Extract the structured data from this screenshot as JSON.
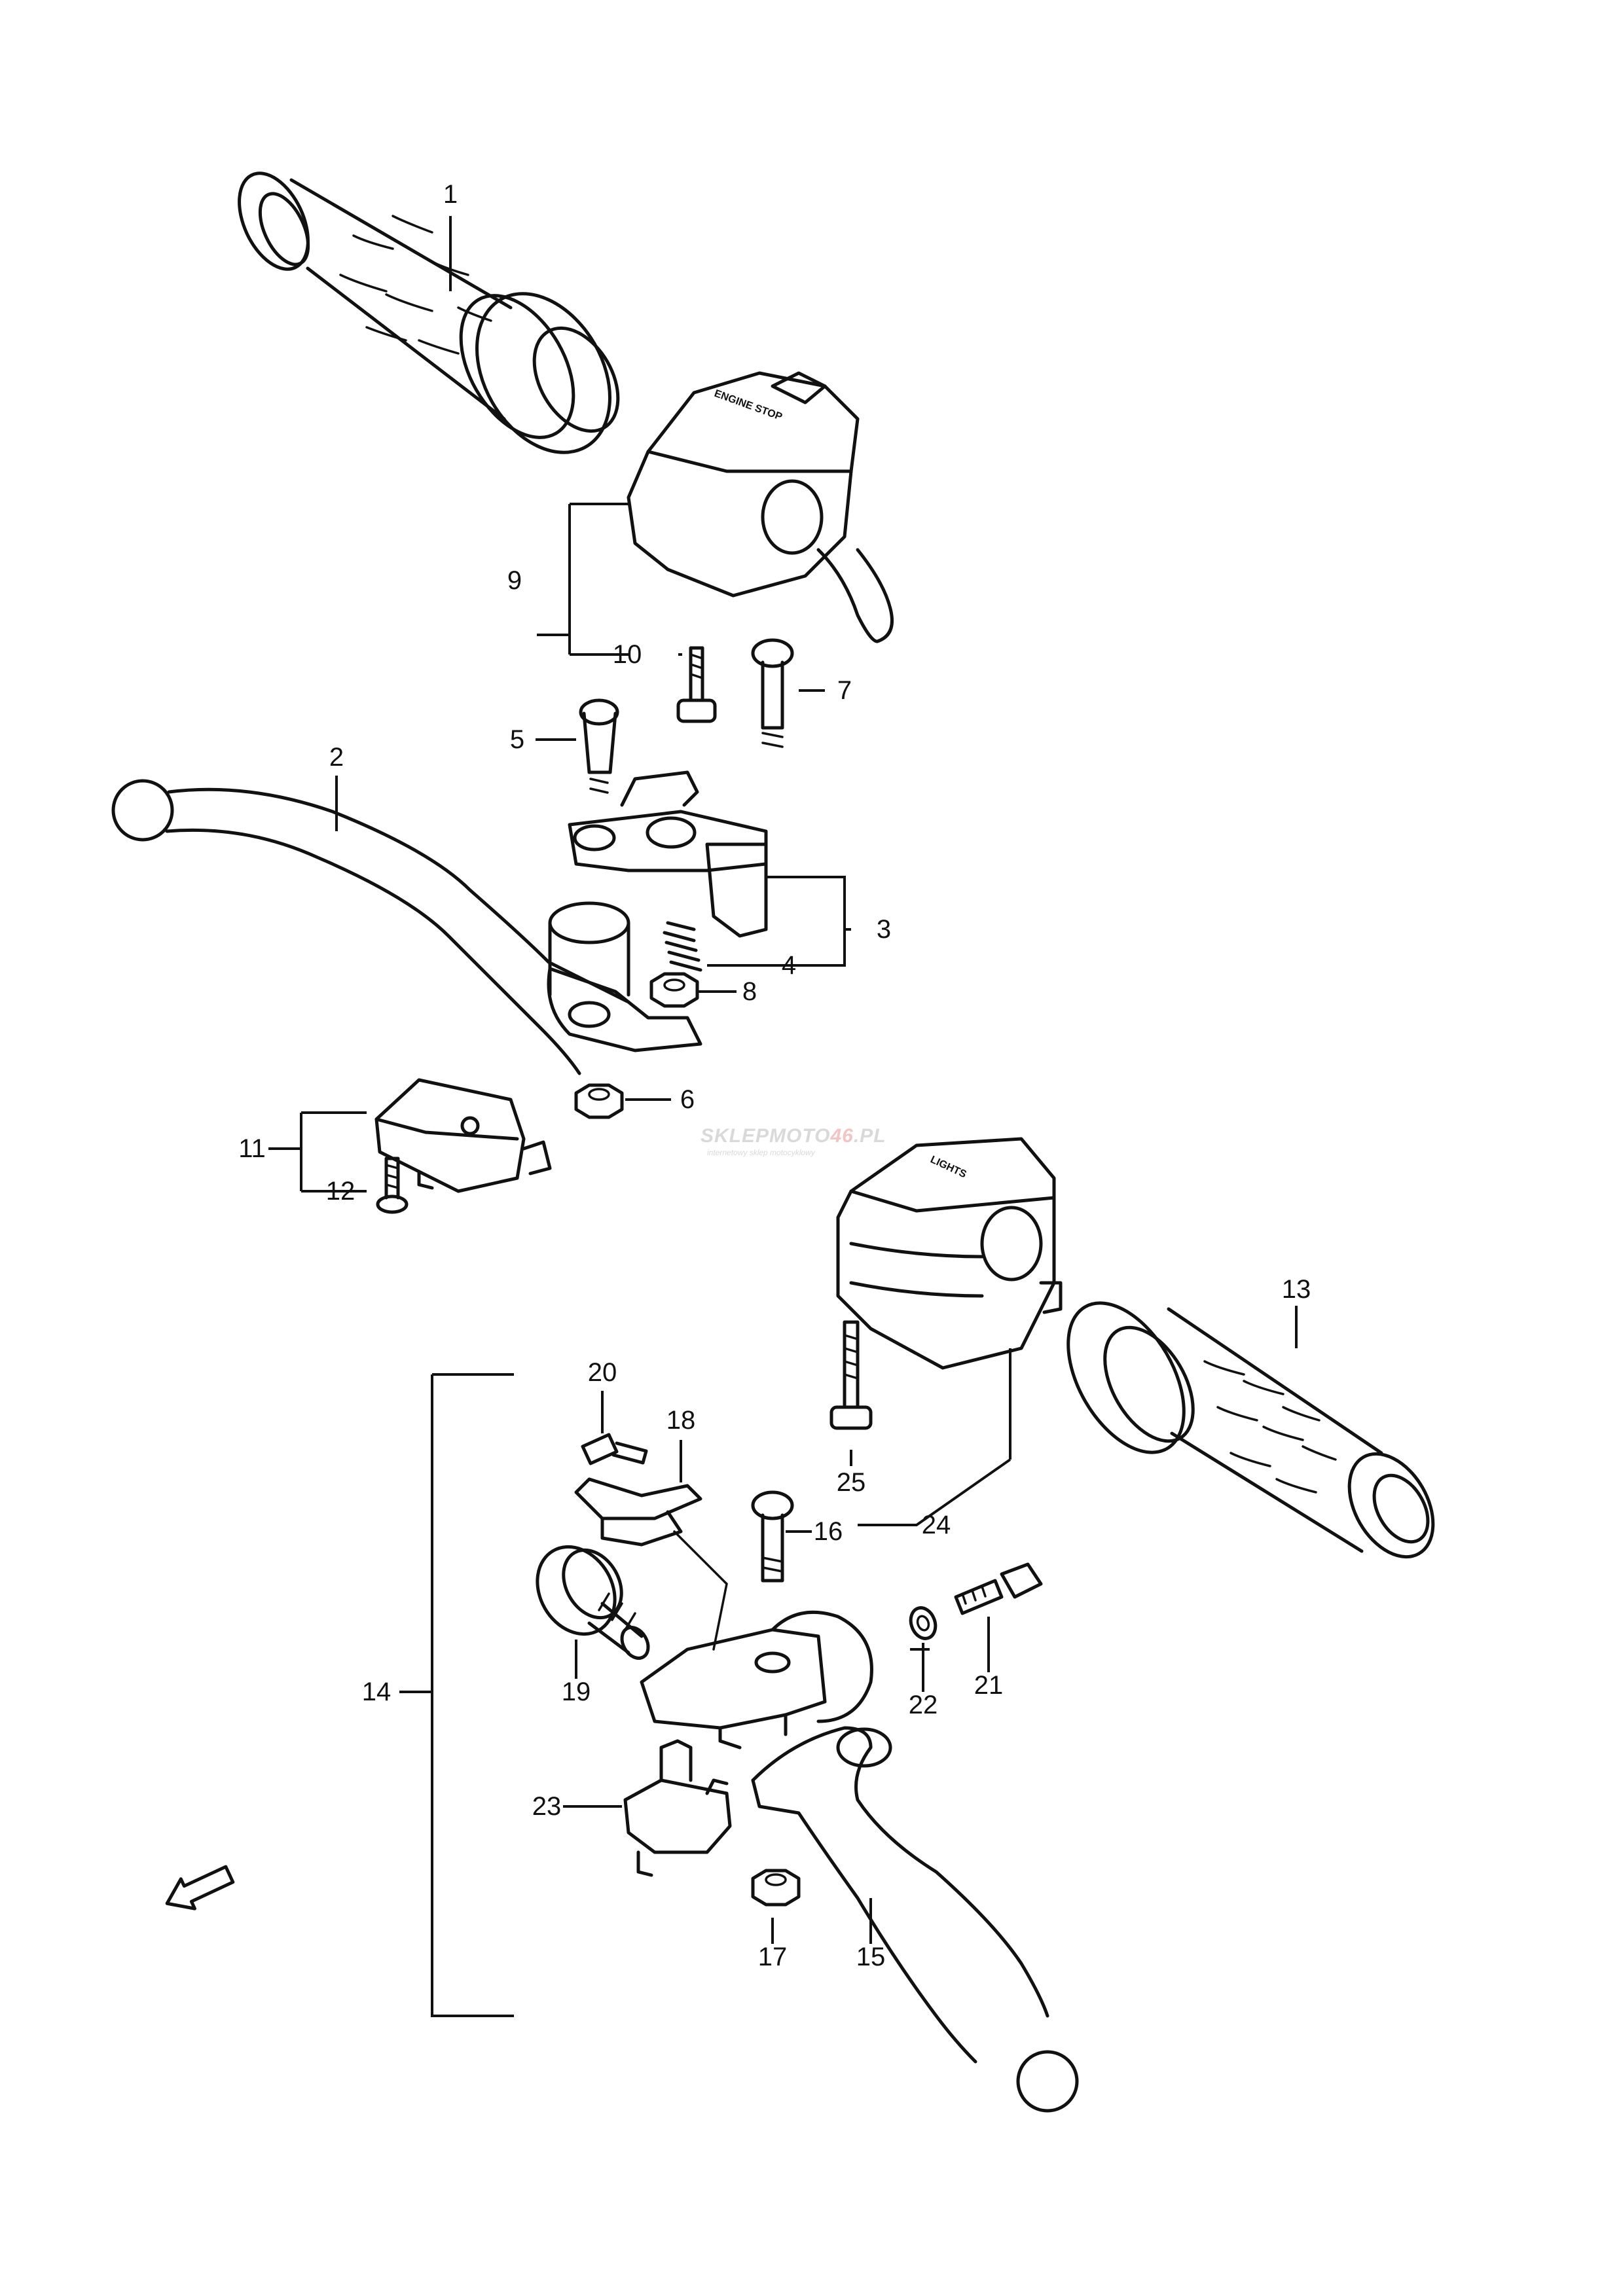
{
  "callouts": {
    "c1": "1",
    "c2": "2",
    "c3": "3",
    "c4": "4",
    "c5": "5",
    "c6": "6",
    "c7": "7",
    "c8": "8",
    "c9": "9",
    "c10": "10",
    "c11": "11",
    "c12": "12",
    "c13": "13",
    "c14": "14",
    "c15": "15",
    "c16": "16",
    "c17": "17",
    "c18": "18",
    "c19": "19",
    "c20": "20",
    "c21": "21",
    "c22": "22",
    "c23": "23",
    "c24": "24",
    "c25": "25"
  },
  "switch_labels": {
    "left_switch": "ENGINE STOP",
    "right_switch": "LIGHTS"
  },
  "watermark": {
    "brand_prefix": "SKLEPMOTO",
    "brand_number": "46",
    "brand_suffix": ".PL",
    "tagline": "internetowy sklep motocyklowy"
  },
  "direction_marker": {
    "label": "FWD"
  },
  "colors": {
    "line": "#111111",
    "watermark": "#d9d9d9",
    "background": "#ffffff"
  }
}
